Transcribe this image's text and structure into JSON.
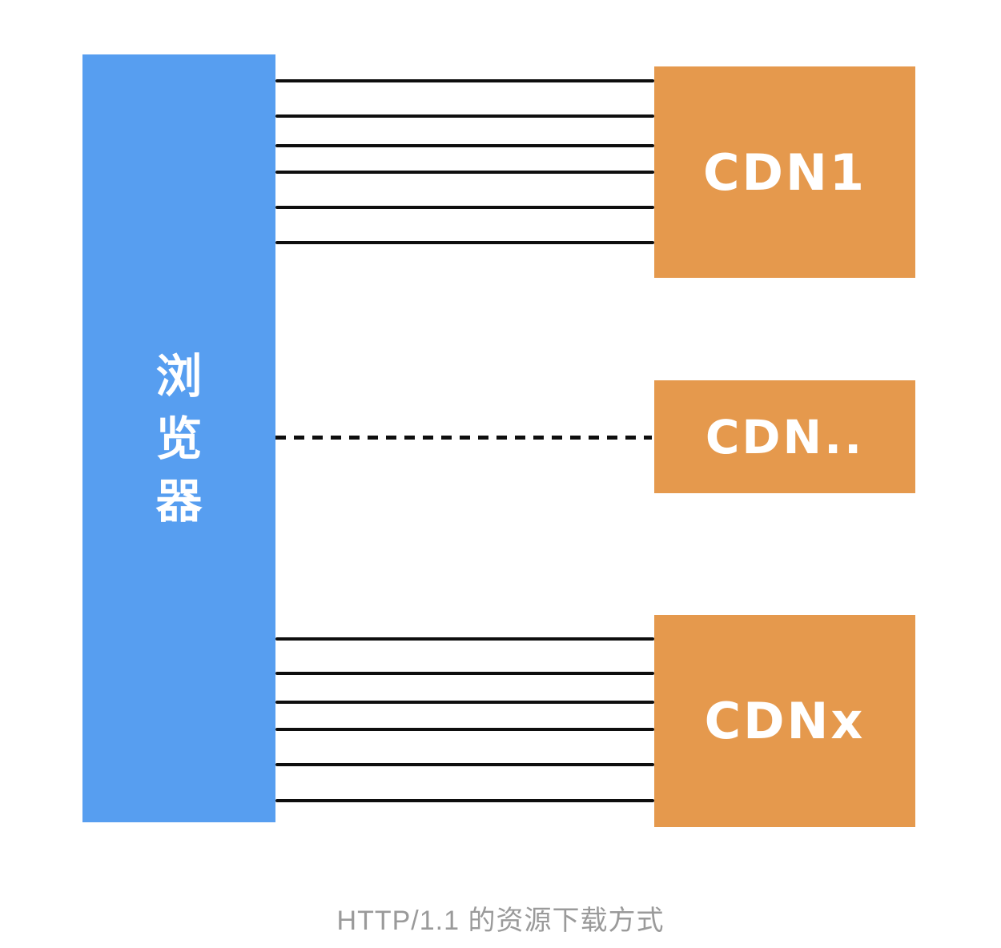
{
  "diagram": {
    "type": "architecture-connection-diagram",
    "caption": "HTTP/1.1 的资源下载方式",
    "colors": {
      "browser_blue": "#579EF0",
      "cdn_orange": "#E5994D",
      "line_black": "#0E0E0E",
      "caption_gray": "#9A9A9A",
      "label_white": "#FFFFFF",
      "background": "#FFFFFF"
    },
    "browser": {
      "label": "浏览器",
      "chars": [
        "浏",
        "览",
        "器"
      ],
      "orientation": "vertical"
    },
    "cdns": [
      {
        "label": "CDN1",
        "connection_style": "solid",
        "connection_count": 6
      },
      {
        "label": "CDN..",
        "connection_style": "dashed",
        "connection_count": 1
      },
      {
        "label": "CDNx",
        "connection_style": "solid",
        "connection_count": 6
      }
    ]
  }
}
